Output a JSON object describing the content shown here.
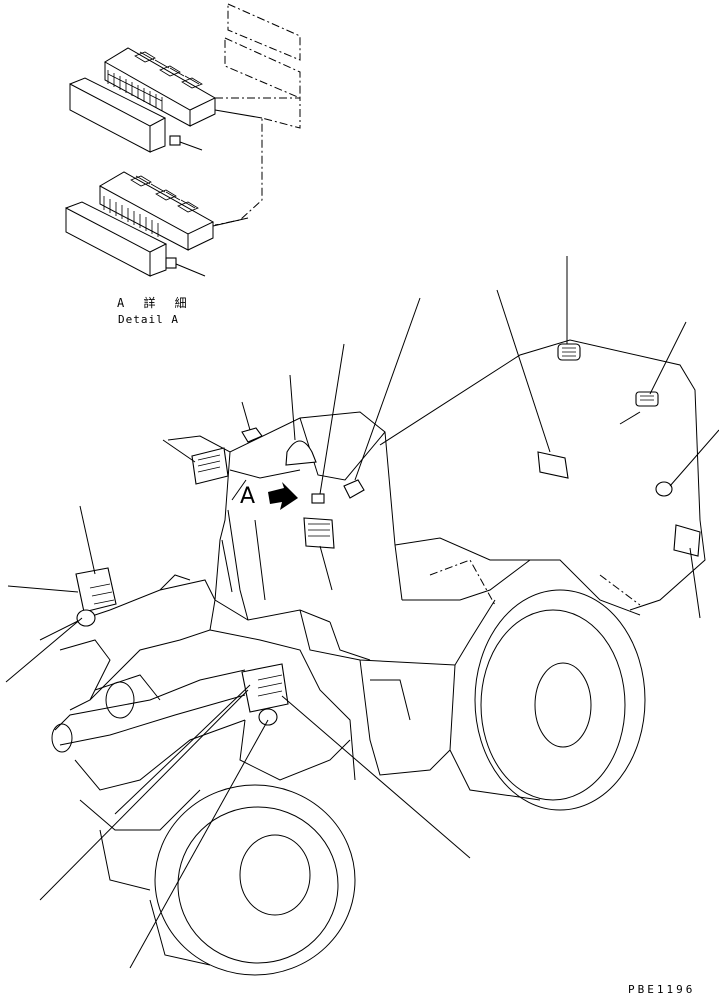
{
  "detail": {
    "label_jp": "A 詳 細",
    "label_en": "Detail A"
  },
  "view_arrow": {
    "letter": "A"
  },
  "drawing_code": "PBE1196"
}
